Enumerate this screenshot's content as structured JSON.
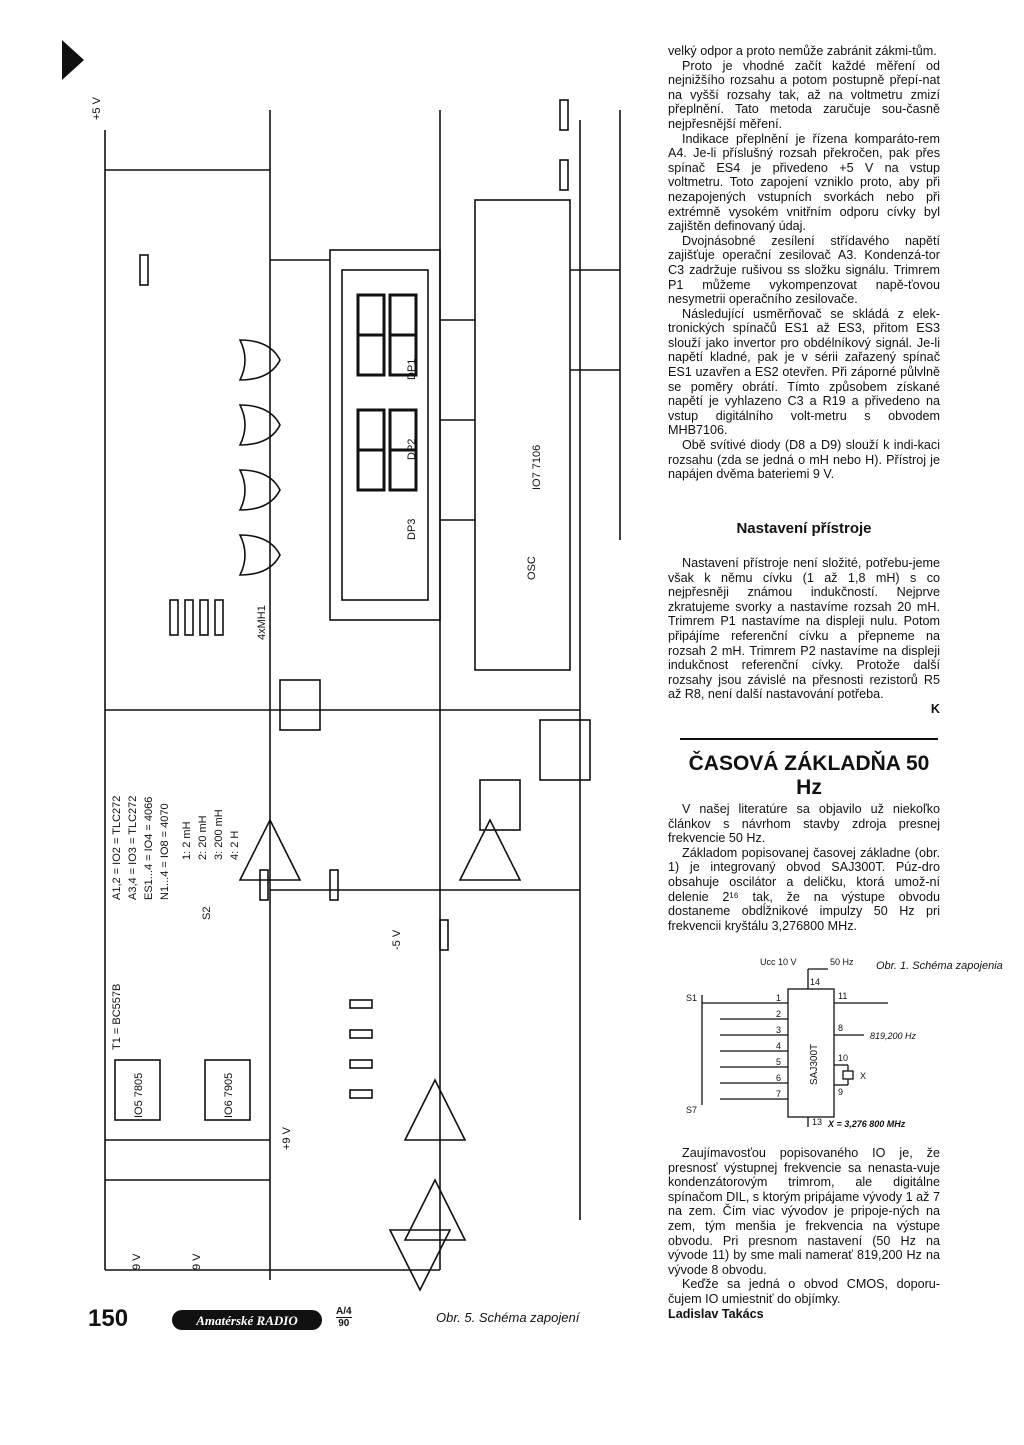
{
  "page_number": "150",
  "logo_text": "Amatérské RADIO",
  "issue": {
    "num": "A/4",
    "year": "90"
  },
  "figure_caption": "Obr. 5. Schéma zapojení",
  "schematic_labels": {
    "ics": "A1,2 = IO2 = TLC272",
    "ics2": "A3,4 = IO3 = TLC272",
    "es": "ES1...4 = IO4 = 4066",
    "n": "N1...4 = IO8 = 4070",
    "t1": "T1 = BC557B",
    "io5": "IO5 7805",
    "io6": "IO6 7905",
    "chip": "IO7 7106",
    "disp": "4xMH1",
    "s2": "S2",
    "range1": "1: 2 mH",
    "range2": "2: 20 mH",
    "range3": "3: 200 mH",
    "range4": "4: 2 H",
    "v9a": "9 V",
    "v9b": "9 V",
    "p9": "+9 V",
    "p5": "+5 V",
    "m5": "-5 V",
    "osc": "OSC",
    "dp1": "DP1",
    "dp2": "DP2",
    "dp3": "DP3"
  },
  "col1": [
    "velký odpor a proto nemůže zabránit zákmi-tům.",
    "Proto je vhodné začít každé měření od nejnižšího rozsahu a potom postupně přepí-nat na vyšší rozsahy tak, až na voltmetru zmizí přeplnění. Tato metoda zaručuje sou-časně nejpřesnější měření.",
    "Indikace přeplnění je řízena komparáto-rem A4. Je-li příslušný rozsah překročen, pak přes spínač ES4 je přivedeno +5 V na vstup voltmetru. Toto zapojení vzniklo proto, aby při nezapojených vstupních svorkách nebo při extrémně vysokém vnitřním odporu cívky byl zajištěn definovaný údaj.",
    "Dvojnásobné zesílení střídavého napětí zajišťuje operační zesilovač A3. Kondenzá-tor C3 zadržuje rušivou ss složku signálu. Trimrem P1 můžeme vykompenzovat napě-ťovou nesymetrii operačního zesilovače.",
    "Následující usměrňovač se skládá z elek-tronických spínačů ES1 až ES3, přitom ES3 slouží jako invertor pro obdélníkový signál. Je-li napětí kladné, pak je v sérii zařazený spínač ES1 uzavřen a ES2 otevřen. Při záporné půlvlně se poměry obrátí. Tímto způsobem získané napětí je vyhlazeno C3 a R19 a přivedeno na vstup digitálního volt-metru s obvodem MHB7106.",
    "Obě svítivé diody (D8 a D9) slouží k indi-kaci rozsahu (zda se jedná o mH nebo H). Přístroj je napájen dvěma bateriemi 9 V."
  ],
  "heading_nastaveni": "Nastavení přístroje",
  "col2": [
    "Nastavení přístroje není složité, potřebu-jeme však k němu cívku (1 až 1,8 mH) s co nejpřesněji známou indukčností. Nejprve zkratujeme svorky a nastavíme rozsah 20 mH. Trimrem P1 nastavíme na displeji nulu. Potom připájíme referenční cívku a přepneme na rozsah 2 mH. Trimrem P2 nastavíme na displeji indukčnost referenční cívky. Protože další rozsahy jsou závislé na přesnosti rezistorů R5 až R8, není další nastavování potřeba."
  ],
  "sig_k": "K",
  "title_casova": "ČASOVÁ ZÁKLADŇA 50 Hz",
  "col3": [
    "V našej literatúre sa objavilo už niekoľko článkov s návrhom stavby zdroja presnej frekvencie 50 Hz.",
    "Základom popisovanej časovej základne (obr. 1) je integrovaný obvod SAJ300T. Púz-dro obsahuje oscilátor a deličku, ktorá umož-ní delenie 2¹⁶ tak, že na výstupe obvodu dostaneme obdĺžnikové impulzy 50 Hz pri frekvencii kryštálu 3,276800 MHz."
  ],
  "fig1": {
    "uc": "Ucc 10 V",
    "f50": "50 Hz",
    "caption": "Obr. 1. Schéma zapojenia",
    "chip": "SAJ300T",
    "freq": "819,200 Hz",
    "xtal": "X = 3,276 800 MHz",
    "s1": "S1",
    "s7": "S7",
    "x": "X",
    "pins": [
      "1",
      "2",
      "3",
      "4",
      "5",
      "6",
      "7"
    ],
    "p14": "14",
    "p11": "11",
    "p8": "8",
    "p10": "10",
    "p9": "9",
    "p13": "13"
  },
  "col4": [
    "Zaujímavosťou popisovaného IO je, že presnosť výstupnej frekvencie sa nenasta-vuje kondenzátorovým trimrom, ale digitálne spínačom DIL, s ktorým pripájame vývody 1 až 7 na zem. Čím viac vývodov je pripoje-ných na zem, tým menšia je frekvencia na výstupe obvodu. Pri presnom nastavení (50 Hz na vývode 11) by sme mali namerať 819,200 Hz na vývode 8 obvodu.",
    "Keďže sa jedná o obvod CMOS, doporu-čujem IO umiestniť do objímky."
  ],
  "author": "Ladislav Takács"
}
